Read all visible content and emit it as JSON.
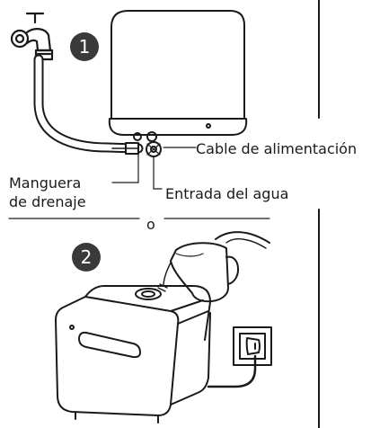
{
  "steps": [
    {
      "number": "1"
    },
    {
      "number": "2"
    }
  ],
  "labels": {
    "power_cable": "Cable de alimentación",
    "drain_hose_line1": "Manguera",
    "drain_hose_line2": "de drenaje",
    "water_inlet": "Entrada del agua",
    "or_separator": "o"
  },
  "icons": {
    "faucet": "faucet-icon",
    "pitcher": "water-pitcher-icon",
    "outlet": "power-outlet-icon"
  },
  "colors": {
    "line": "#1a1a1a",
    "badge": "#3a3a3a",
    "hose_fill": "#ffffff"
  }
}
